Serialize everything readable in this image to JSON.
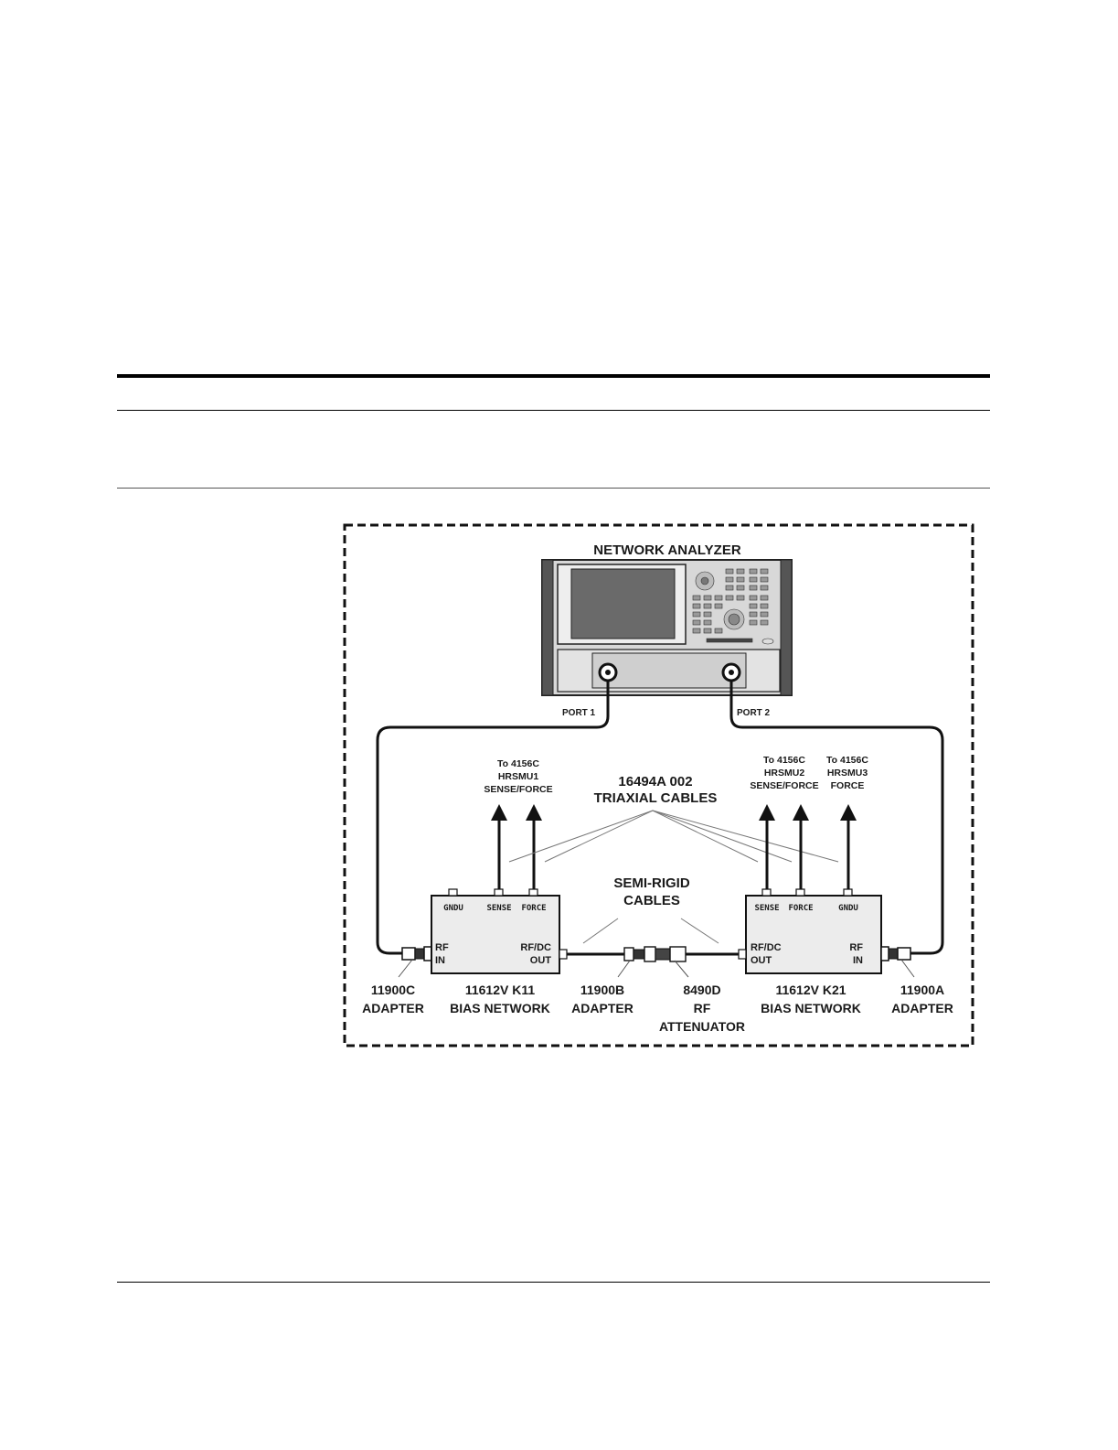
{
  "analyzer": {
    "title": "NETWORK ANALYZER",
    "port1": "PORT 1",
    "port2": "PORT 2"
  },
  "bias_k11": {
    "gndu": "GNDU",
    "sense": "SENSE",
    "force": "FORCE",
    "rf_in_1": "RF",
    "rf_in_2": "IN",
    "out_1": "RF/DC",
    "out_2": "OUT",
    "name_1": "11612V K11",
    "name_2": "BIAS NETWORK"
  },
  "bias_k21": {
    "sense": "SENSE",
    "force": "FORCE",
    "gndu": "GNDU",
    "out_1": "RF/DC",
    "out_2": "OUT",
    "rf_in_1": "RF",
    "rf_in_2": "IN",
    "name_1": "11612V K21",
    "name_2": "BIAS NETWORK"
  },
  "smu_labels": {
    "hrsmu1": [
      "To 4156C",
      "HRSMU1",
      "SENSE/FORCE"
    ],
    "hrsmu2": [
      "To 4156C",
      "HRSMU2",
      "SENSE/FORCE"
    ],
    "hrsmu3": [
      "To 4156C",
      "HRSMU3",
      "FORCE"
    ]
  },
  "triaxial": [
    "16494A 002",
    "TRIAXIAL CABLES"
  ],
  "semirigid": [
    "SEMI-RIGID",
    "CABLES"
  ],
  "adapter_c": [
    "11900C",
    "ADAPTER"
  ],
  "adapter_b": [
    "11900B",
    "ADAPTER"
  ],
  "attenuator": [
    "8490D",
    "RF",
    "ATTENUATOR"
  ],
  "adapter_a": [
    "11900A",
    "ADAPTER"
  ]
}
